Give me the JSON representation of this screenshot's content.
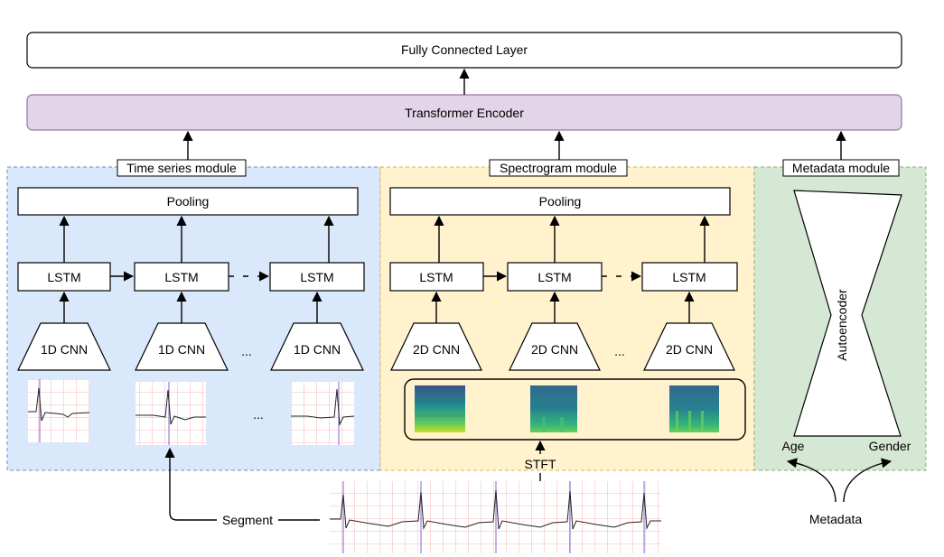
{
  "top": {
    "fc_label": "Fully Connected Layer",
    "transformer_label": "Transformer Encoder"
  },
  "time_series": {
    "title": "Time series module",
    "pooling_label": "Pooling",
    "lstm_label": "LSTM",
    "cnn_label": "1D CNN",
    "ellipsis": "..."
  },
  "spectrogram": {
    "title": "Spectrogram module",
    "pooling_label": "Pooling",
    "lstm_label": "LSTM",
    "cnn_label": "2D CNN",
    "ellipsis": "..."
  },
  "metadata_module": {
    "title": "Metadata module",
    "autoencoder_label": "Autoencoder",
    "age_label": "Age",
    "gender_label": "Gender"
  },
  "inputs": {
    "segment_label": "Segment",
    "stft_label": "STFT",
    "metadata_label": "Metadata"
  },
  "colors": {
    "time_series_bg": "#dae8fc",
    "spectrogram_bg": "#fff2cc",
    "metadata_bg": "#d5e8d4",
    "transformer_bg": "#e1d5e7",
    "ecg_grid": "#f4a3a3",
    "ecg_marker": "#9b7fd9"
  }
}
